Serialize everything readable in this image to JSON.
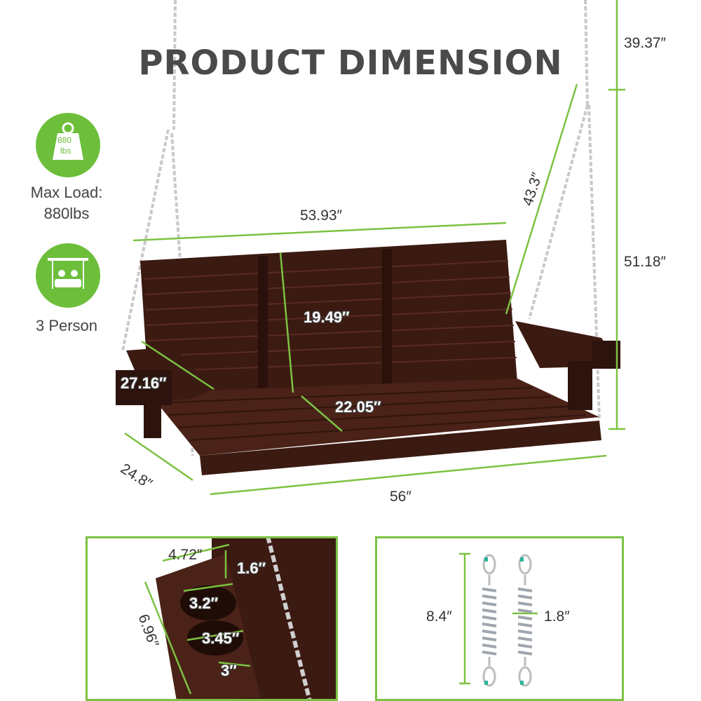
{
  "title": "PRODUCT DIMENSION",
  "badges": {
    "load": {
      "icon": "weight-icon",
      "value": "880",
      "unit": "lbs",
      "label_line1": "Max Load:",
      "label_line2": "880lbs"
    },
    "person": {
      "icon": "swing-family-icon",
      "label": "3 Person"
    }
  },
  "dimensions": {
    "hanging_height": "39.37″",
    "chain_length": "43.3″",
    "overall_height": "51.18″",
    "back_width": "53.93″",
    "back_height": "19.49″",
    "armrest_length": "27.16″",
    "seat_depth": "22.05″",
    "side_depth": "24.8″",
    "seat_width": "56″"
  },
  "cupholder": {
    "top_width": "4.72″",
    "top_depth": "1.6″",
    "inner_width": "3.2″",
    "side_height": "6.96″",
    "hole_diameter": "3.45″",
    "bottom": "3″"
  },
  "spring": {
    "length": "8.4″",
    "diameter": "1.8″"
  },
  "colors": {
    "accent": "#7cc242",
    "wood": "#3b1a12",
    "text": "#4a4a4a"
  }
}
